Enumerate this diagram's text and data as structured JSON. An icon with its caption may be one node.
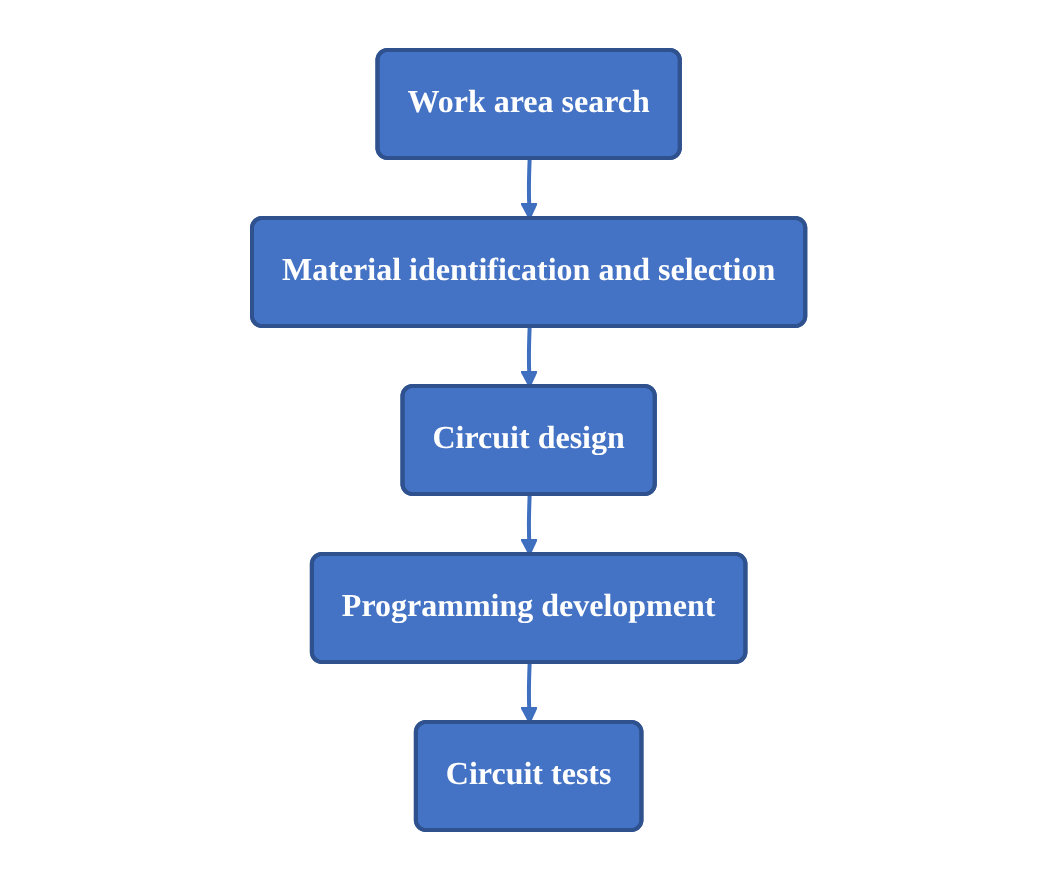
{
  "diagram": {
    "nodes": [
      {
        "text": [
          "Work area search"
        ]
      },
      {
        "text": [
          "Material identification and selection"
        ]
      },
      {
        "text": [
          "Circuit design"
        ]
      },
      {
        "text": [
          "Programming development"
        ]
      },
      {
        "text": [
          "Circuit tests"
        ]
      }
    ],
    "edges": [
      {
        "from": 0,
        "to": 1,
        "arrow": "to"
      },
      {
        "from": 1,
        "to": 2,
        "arrow": "to"
      },
      {
        "from": 2,
        "to": 3,
        "arrow": "to"
      },
      {
        "from": 3,
        "to": 4,
        "arrow": "to"
      }
    ]
  }
}
